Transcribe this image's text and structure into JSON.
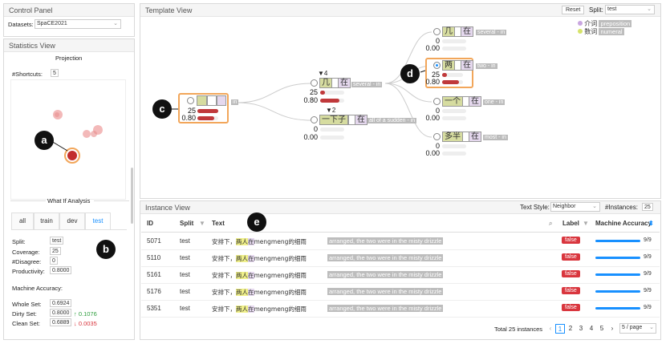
{
  "control_panel": {
    "title": "Control Panel",
    "datasets_label": "Datasets:",
    "dataset_value": "SpaCE2021"
  },
  "statistics_view": {
    "title": "Statistics View",
    "projection_title": "Projection",
    "shortcuts_label": "#Shortcuts:",
    "shortcuts_value": "5",
    "whatif_title": "What If Analysis",
    "tabs": [
      "all",
      "train",
      "dev",
      "test"
    ],
    "active_tab": "test",
    "split_label": "Split:",
    "split_value": "test",
    "coverage_label": "Coverage:",
    "coverage_value": "25",
    "disagree_label": "#Disagree:",
    "disagree_value": "0",
    "productivity_label": "Productivity:",
    "productivity_value": "0.8000",
    "machine_accuracy_label": "Machine Accuracy:",
    "whole_set_label": "Whole Set:",
    "whole_set_value": "0.6924",
    "dirty_set_label": "Dirty Set:",
    "dirty_set_value": "0.8000",
    "dirty_delta": "↑ 0.1076",
    "clean_set_label": "Clean Set:",
    "clean_set_value": "0.6889",
    "clean_delta": "↓ 0.0035"
  },
  "template_view": {
    "title": "Template View",
    "reset_label": "Reset",
    "split_label": "Split:",
    "split_value": "test",
    "legend": [
      {
        "zh": "介词",
        "en": "preposition",
        "color": "#c9a6e0"
      },
      {
        "zh": "数词",
        "en": "numeral",
        "color": "#d6e36a"
      }
    ],
    "root": {
      "count": "25",
      "ratio": "0.80",
      "edge": "in"
    },
    "mid_top": {
      "tok1": "几",
      "tok2": "在",
      "count": "25",
      "ratio": "0.80",
      "arrow": "▼4",
      "edge": "several - in"
    },
    "mid_bottom": {
      "tok1": "一下子",
      "tok2": "在",
      "count": "0",
      "ratio": "0.00",
      "arrow": "▼2",
      "edge": "all of a sudden - in"
    },
    "leaves": [
      {
        "tok1": "几",
        "tok2": "在",
        "count": "0",
        "ratio": "0.00",
        "edge": "several - in"
      },
      {
        "tok1": "两",
        "tok2": "在",
        "count": "25",
        "ratio": "0.80",
        "edge": "two - in"
      },
      {
        "tok1": "一个",
        "tok2": "在",
        "count": "0",
        "ratio": "0.00",
        "edge": "one - in"
      },
      {
        "tok1": "多半",
        "tok2": "在",
        "count": "0",
        "ratio": "0.00",
        "edge": "most - in"
      }
    ]
  },
  "instance_view": {
    "title": "Instance View",
    "text_style_label": "Text Style:",
    "text_style_value": "Neighbor",
    "instances_label": "#Instances:",
    "instances_value": "25",
    "columns": [
      "ID",
      "Split",
      "Text",
      "Label",
      "Machine Accuracy"
    ],
    "rows": [
      {
        "id": "5071",
        "split": "test",
        "pre": "安排下，",
        "hl": "两人",
        "in": "在",
        "post": "mengmeng的细雨",
        "en": "arranged, the two were in the misty drizzle",
        "label": "false",
        "acc": "9/9"
      },
      {
        "id": "5110",
        "split": "test",
        "pre": "安排下，",
        "hl": "两人",
        "in": "在",
        "post": "mengmeng的细雨",
        "en": "arranged, the two were in the misty drizzle",
        "label": "false",
        "acc": "9/9"
      },
      {
        "id": "5161",
        "split": "test",
        "pre": "安排下，",
        "hl": "两人",
        "in": "在",
        "post": "mengmeng的细雨",
        "en": "arranged, the two were in the misty drizzle",
        "label": "false",
        "acc": "9/9"
      },
      {
        "id": "5176",
        "split": "test",
        "pre": "安排下，",
        "hl": "两人",
        "in": "在",
        "post": "mengmeng的细雨",
        "en": "arranged, the two were in the misty drizzle",
        "label": "false",
        "acc": "9/9"
      },
      {
        "id": "5351",
        "split": "test",
        "pre": "安排下，",
        "hl": "两人",
        "in": "在",
        "post": "mengmeng的细雨",
        "en": "arranged, the two were in the misty drizzle",
        "label": "false",
        "acc": "9/9"
      }
    ],
    "total_label": "Total 25 instances",
    "pages": [
      "1",
      "2",
      "3",
      "4",
      "5"
    ],
    "page_size": "5 / page"
  },
  "markers": [
    "a",
    "b",
    "c",
    "d",
    "e"
  ]
}
